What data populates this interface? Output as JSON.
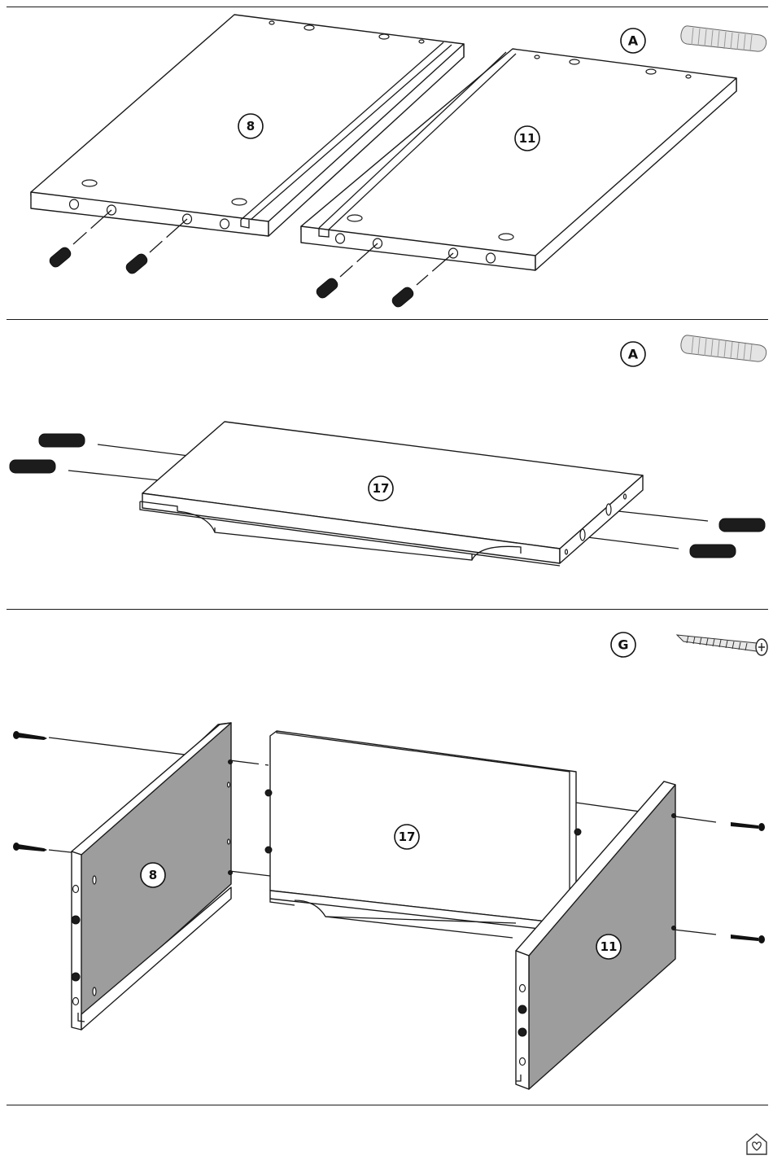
{
  "steps": [
    {
      "hardware": {
        "code": "A",
        "icon": "wooden-dowel-icon"
      },
      "parts": [
        {
          "number": "8"
        },
        {
          "number": "11"
        }
      ]
    },
    {
      "hardware": {
        "code": "A",
        "icon": "wooden-dowel-icon"
      },
      "parts": [
        {
          "number": "17"
        }
      ]
    },
    {
      "hardware": {
        "code": "G",
        "icon": "screw-icon"
      },
      "parts": [
        {
          "number": "8"
        },
        {
          "number": "17"
        },
        {
          "number": "11"
        }
      ]
    }
  ],
  "footer": {
    "logo": "house-heart-logo-icon"
  },
  "colors": {
    "line": "#1a1a1a",
    "panel_grey": "#9d9d9d",
    "dowel": "#1c1c1c"
  }
}
